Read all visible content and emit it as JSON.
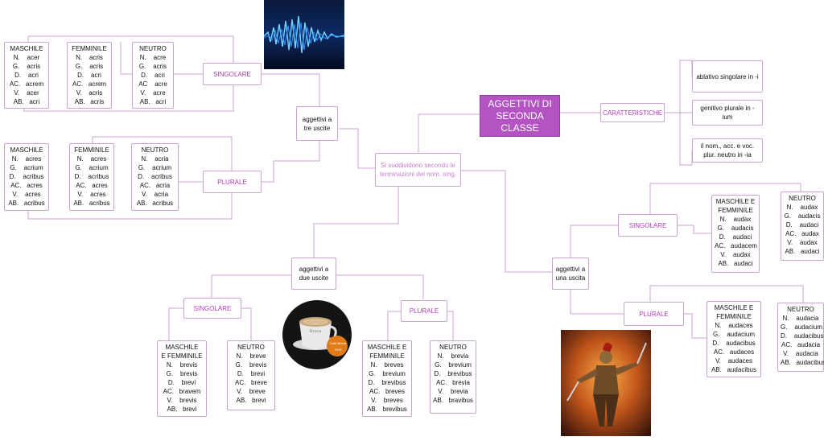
{
  "root": "AGGETTIVI DI SECONDA CLASSE",
  "hub": "Si suddividono secondo le terminazioni del nom. sing.",
  "caratteristiche": {
    "label": "CARATTERISTICHE",
    "notes": [
      "ablativo singolare in -i",
      "genitivo plurale in -ium",
      "il nom., acc. e voc. plur. neutro in -ia"
    ]
  },
  "tre_uscite": {
    "label": "aggettivi a tre uscite",
    "singolare": "SINGOLARE",
    "plurale": "PLURALE",
    "sing_tables": [
      {
        "title": "MASCHILE",
        "rows": [
          "N.    acer",
          "G.    acris",
          "D.    acri",
          "AC.   acrem",
          "V.    acer",
          "AB.   acri"
        ]
      },
      {
        "title": "FEMMINILE",
        "rows": [
          "N.    acris",
          "G.    acris",
          "D.    acri",
          "AC.   acrem",
          "V.    acris",
          "AB.   acris"
        ]
      },
      {
        "title": "NEUTRO",
        "rows": [
          "N.    acre",
          "G.    acris",
          "D.    acri",
          "AC    acre",
          "V.    acre",
          "AB.   acri"
        ]
      }
    ],
    "plur_tables": [
      {
        "title": "MASCHILE",
        "rows": [
          "N.    acres",
          "G.    acrium",
          "D.    acribus",
          "AC.   acres",
          "V.    acres",
          "AB.   acribus"
        ]
      },
      {
        "title": "FEMMINILE",
        "rows": [
          "N.    acres",
          "G.    acrium",
          "D.    acribus",
          "AC.   acres",
          "V.    acres",
          "AB.   acribus"
        ]
      },
      {
        "title": "NEUTRO",
        "rows": [
          "N.    acria",
          "G.    acrium",
          "D.    acribus",
          "AC.   acria",
          "V.    acria",
          "AB.   acribus"
        ]
      }
    ]
  },
  "due_uscite": {
    "label": "aggettivi a due uscite",
    "singolare": "SINGOLARE",
    "plurale": "PLURALE",
    "sing_tables": [
      {
        "title": "MASCHILE\nE FEMMINILE",
        "rows": [
          "N.    brevis",
          "G.    brevis",
          "D.    brevi",
          "AC.   bravem",
          "V.    brevis",
          "AB.   brevi"
        ]
      },
      {
        "title": "NEUTRO",
        "rows": [
          "N.    breve",
          "G.    brevis",
          "D.    brevi",
          "AC.   breve",
          "V.    breve",
          "AB.   brevi"
        ]
      }
    ],
    "plur_tables": [
      {
        "title": "MASCHILE E\nFEMMINILE",
        "rows": [
          "N.    breves",
          "G.    brevium",
          "D.    brevibus",
          "AC.   breves",
          "V.    breves",
          "AB.   brevibus"
        ]
      },
      {
        "title": "NEUTRO",
        "rows": [
          "N.    brevia",
          "G.    brevium",
          "D.    brevibus",
          "AC.   brevia",
          "V.    brevia",
          "AB.   bravibus"
        ]
      }
    ]
  },
  "una_uscita": {
    "label": "aggettivi a una uscita",
    "singolare": "SINGOLARE",
    "plurale": "PLURALE",
    "sing_tables": [
      {
        "title": "MASCHILE E\nFEMMINILE",
        "rows": [
          "N.    audax",
          "G.    audacis",
          "D.    audaci",
          "AC.   audacem",
          "V.    audax",
          "AB.   audaci"
        ]
      },
      {
        "title": "NEUTRO",
        "rows": [
          "N.    audax",
          "G.    audacis",
          "D.    audaci",
          "AC.   audax",
          "V.    audax",
          "AB.   audaci"
        ]
      }
    ],
    "plur_tables": [
      {
        "title": "MASCHILE E\nFEMMINILE",
        "rows": [
          "N.    audaces",
          "G.    audacium",
          "D.    audacibus",
          "AC.   audaces",
          "V.    audaces",
          "AB.   audacibus"
        ]
      },
      {
        "title": "NEUTRO",
        "rows": [
          "N.    audacia",
          "G.    audacium",
          "D.    audacibus",
          "AC.   audacia",
          "V.    audacia",
          "AB.   audacibus"
        ]
      }
    ]
  },
  "cup_logo": {
    "line1": "Breve",
    "line2": "Café Breve",
    "line3": "1575"
  },
  "colors": {
    "accent": "#b354c2",
    "line": "#c9a3d2",
    "label": "#b03ab7"
  }
}
